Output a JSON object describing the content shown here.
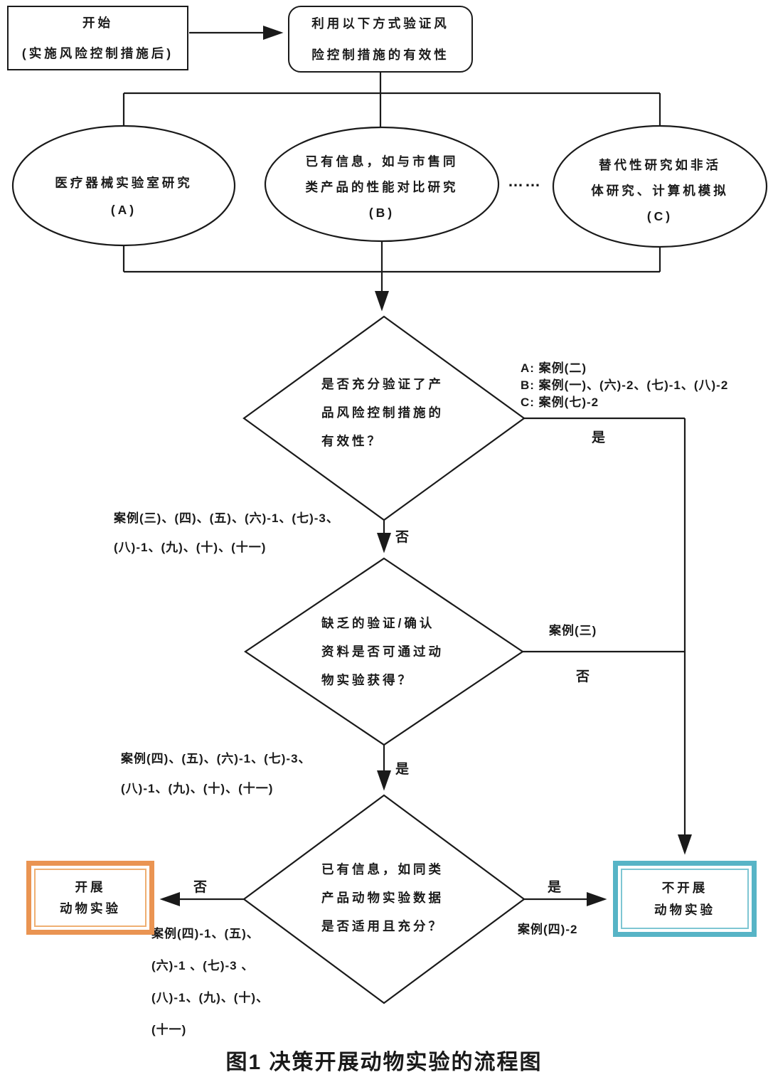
{
  "figure_caption": "图1 决策开展动物实验的流程图",
  "colors": {
    "line": "#1a1a1a",
    "do_test_border": "#EA9452",
    "no_test_border": "#57B4C6"
  },
  "nodes": {
    "start": {
      "line1": "开始",
      "line2": "(实施风险控制措施后)"
    },
    "verify": {
      "line1": "利用以下方式验证风",
      "line2": "险控制措施的有效性"
    },
    "option_a": {
      "line1": "医疗器械实验室研究",
      "line2": "(A)"
    },
    "option_b": {
      "line1": "已有信息，如与市售同",
      "line2": "类产品的性能对比研究",
      "line3": "(B)"
    },
    "option_c": {
      "line1": "替代性研究如非活",
      "line2": "体研究、计算机模拟",
      "line3": "(C)"
    },
    "ellipsis": "……",
    "decision1": {
      "line1": "是否充分验证了产",
      "line2": "品风险控制措施的",
      "line3": "有效性？"
    },
    "decision2": {
      "line1": "缺乏的验证/确认",
      "line2": "资料是否可通过动",
      "line3": "物实验获得？"
    },
    "decision3": {
      "line1": "已有信息，如同类",
      "line2": "产品动物实验数据",
      "line3": "是否适用且充分？"
    },
    "do_test": {
      "line1": "开展",
      "line2": "动物实验"
    },
    "no_test": {
      "line1": "不开展",
      "line2": "动物实验"
    }
  },
  "branch_labels": {
    "d1_yes": "是",
    "d1_no": "否",
    "d2_no": "否",
    "d2_yes": "是",
    "d3_no": "否",
    "d3_yes": "是"
  },
  "annotations": {
    "abc": {
      "line1": "A: 案例(二)",
      "line2": "B: 案例(一)、(六)-2、(七)-1、(八)-2",
      "line3": "C: 案例(七)-2"
    },
    "d1_no": {
      "line1": "案例(三)、(四)、(五)、(六)-1、(七)-3、",
      "line2": "(八)-1、(九)、(十)、(十一)"
    },
    "d2_no": "案例(三)",
    "d2_yes": {
      "line1": "案例(四)、(五)、(六)-1、(七)-3、",
      "line2": "(八)-1、(九)、(十)、(十一)"
    },
    "d3_no": {
      "line1": "案例(四)-1、(五)、",
      "line2": "(六)-1 、(七)-3 、",
      "line3": "(八)-1、(九)、(十)、",
      "line4": "(十一)"
    },
    "d3_yes": "案例(四)-2"
  }
}
